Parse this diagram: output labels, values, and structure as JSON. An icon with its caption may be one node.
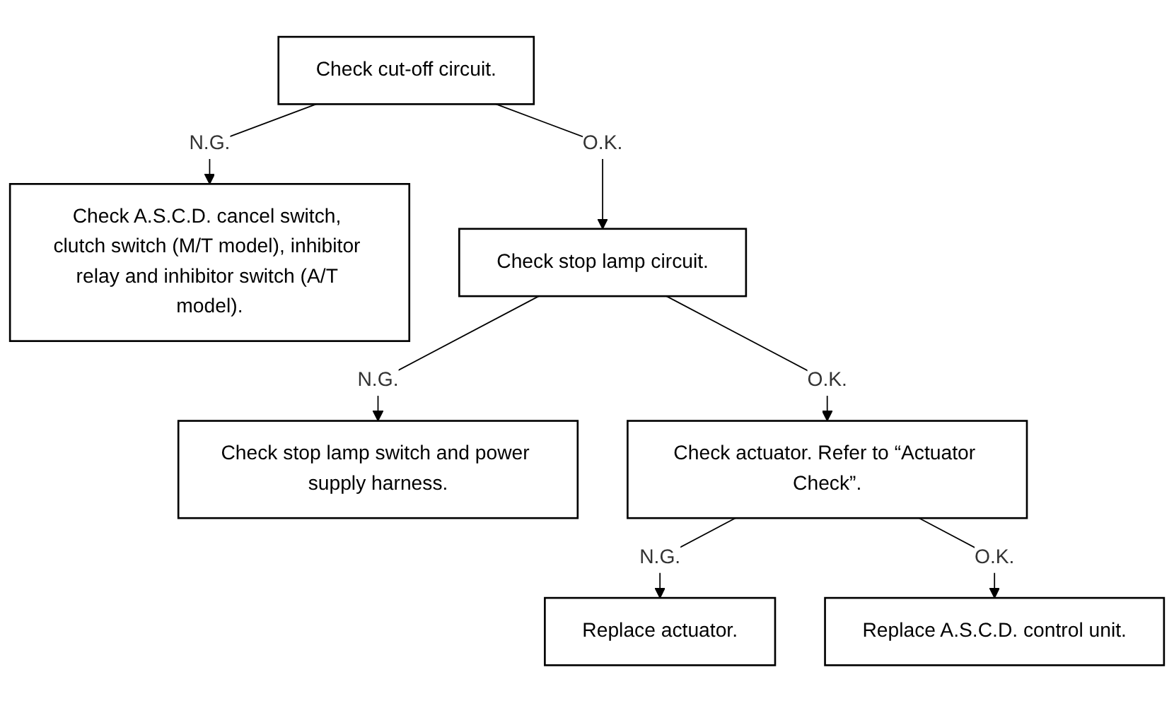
{
  "diagram": {
    "nodes": [
      {
        "text": [
          "Check cut-off circuit."
        ]
      },
      {
        "text": [
          "Check A.S.C.D. cancel switch, clutch switch (M/T model), inhibitor relay and inhibitor switch (A/T model)."
        ]
      },
      {
        "text": [
          "Check stop lamp circuit."
        ]
      },
      {
        "text": [
          "Check stop lamp switch and power supply harness."
        ]
      },
      {
        "text": [
          "Check actuator. Refer to “Actuator Check”."
        ]
      },
      {
        "text": [
          "Replace actuator."
        ]
      },
      {
        "text": [
          "Replace A.S.C.D. control unit."
        ]
      }
    ],
    "edges": [
      {
        "from": 0,
        "to": 1,
        "arrow": "to",
        "label": "N.G."
      },
      {
        "from": 0,
        "to": 2,
        "arrow": "to",
        "label": "O.K."
      },
      {
        "from": 2,
        "to": 3,
        "arrow": "to",
        "label": "N.G."
      },
      {
        "from": 2,
        "to": 4,
        "arrow": "to",
        "label": "O.K."
      },
      {
        "from": 4,
        "to": 5,
        "arrow": "to",
        "label": "N.G."
      },
      {
        "from": 4,
        "to": 6,
        "arrow": "to",
        "label": "O.K."
      }
    ]
  }
}
